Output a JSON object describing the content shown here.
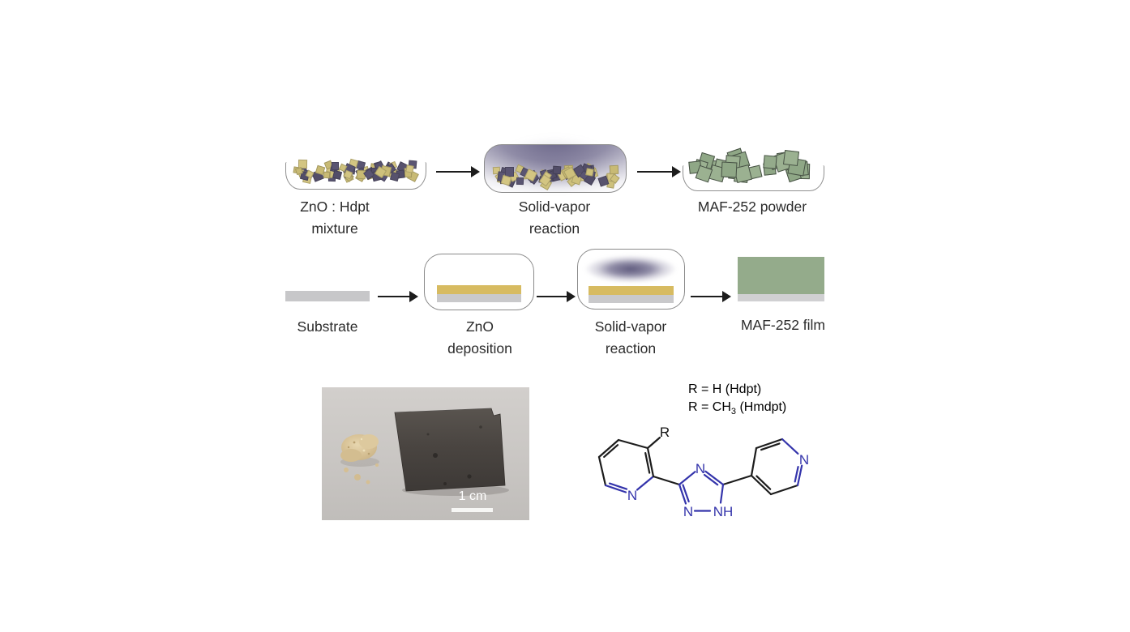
{
  "figure": {
    "row1": {
      "step1": {
        "label_line1": "ZnO : Hdpt",
        "label_line2": "mixture"
      },
      "step2": {
        "label_line1": "Solid-vapor",
        "label_line2": "reaction"
      },
      "step3": {
        "label": "MAF-252 powder"
      }
    },
    "row2": {
      "step1": {
        "label": "Substrate"
      },
      "step2": {
        "label_line1": "ZnO",
        "label_line2": "deposition"
      },
      "step3": {
        "label_line1": "Solid-vapor",
        "label_line2": "reaction"
      },
      "step4": {
        "label": "MAF-252 film"
      }
    },
    "photo": {
      "scale_bar_label": "1 cm"
    },
    "molecule": {
      "r_line1": "R = H (Hdpt)",
      "r_line2_prefix": "R = CH",
      "r_line2_sub": "3",
      "r_line2_suffix": " (Hmdpt)",
      "atoms": {
        "r_substituent": "R",
        "pyridine_left_n": "N",
        "triazole_n4": "N",
        "triazole_n2": "N",
        "triazole_n1h": "NH",
        "pyridine_right_n": "N"
      }
    },
    "colors": {
      "zno_powder_yellow": "#cec17c",
      "hdpt_powder_dark": "#57526d",
      "maf_green": "#94ab8b",
      "vapor_purple": "#6c6790",
      "zno_layer_yellow": "#d7bb61",
      "substrate_gray": "#c7c7c9",
      "nitrogen_blue": "#3434ab",
      "bond_black": "#1d1d1d"
    }
  }
}
